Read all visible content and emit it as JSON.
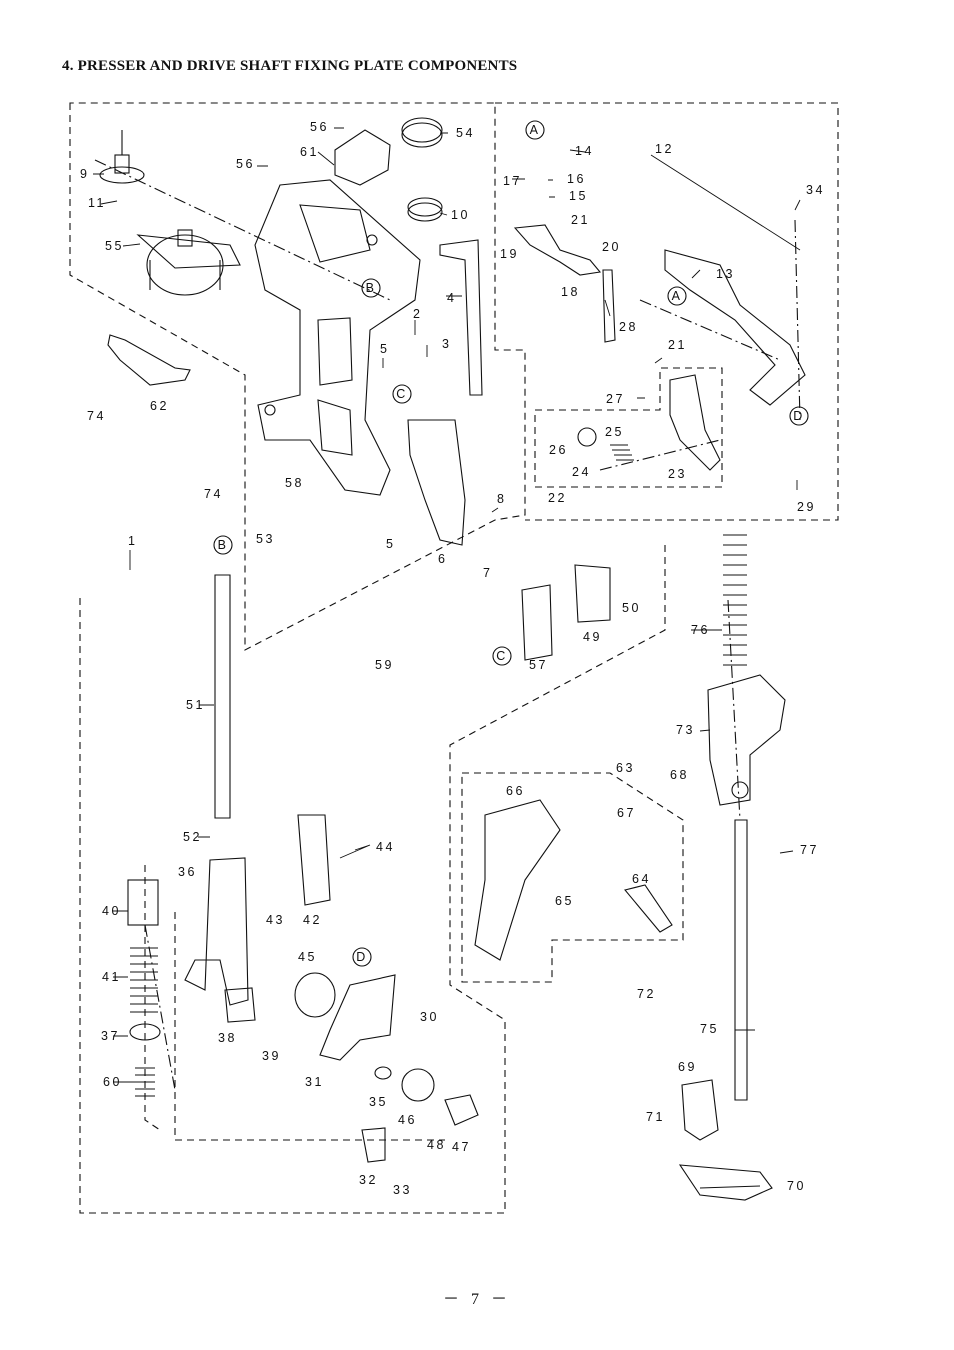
{
  "section_title": "4. PRESSER AND DRIVE SHAFT FIXING PLATE COMPONENTS",
  "page_number": "－ 7 －",
  "callouts": {
    "A": "A",
    "B": "B",
    "C": "C",
    "D": "D"
  },
  "part_labels": [
    "1",
    "2",
    "3",
    "4",
    "5",
    "5",
    "6",
    "7",
    "8",
    "9",
    "10",
    "11",
    "12",
    "13",
    "14",
    "15",
    "16",
    "17",
    "18",
    "19",
    "20",
    "21",
    "21",
    "22",
    "23",
    "24",
    "25",
    "26",
    "27",
    "28",
    "29",
    "30",
    "31",
    "32",
    "33",
    "34",
    "35",
    "36",
    "37",
    "38",
    "39",
    "40",
    "41",
    "42",
    "43",
    "44",
    "45",
    "46",
    "47",
    "48",
    "49",
    "50",
    "51",
    "52",
    "53",
    "54",
    "55",
    "56",
    "56",
    "57",
    "58",
    "59",
    "60",
    "61",
    "62",
    "63",
    "64",
    "65",
    "66",
    "67",
    "68",
    "69",
    "70",
    "71",
    "72",
    "73",
    "74",
    "74",
    "75",
    "76",
    "77"
  ]
}
